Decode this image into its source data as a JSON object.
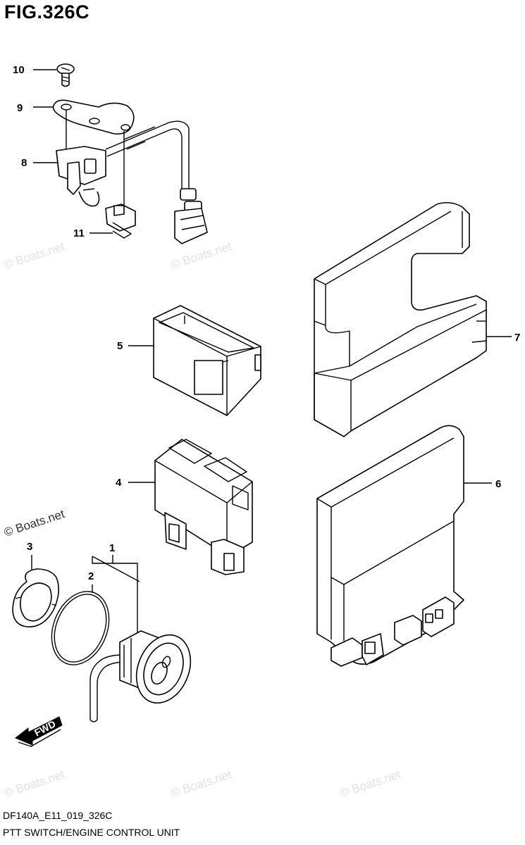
{
  "figure": {
    "title": "FIG.326C",
    "code": "DF140A_E11_019_326C",
    "description": "PTT SWITCH/ENGINE CONTROL UNIT"
  },
  "callouts": [
    "1",
    "2",
    "3",
    "4",
    "5",
    "6",
    "7",
    "8",
    "9",
    "10",
    "11"
  ],
  "watermark": "© Boats.net",
  "fwd_label": "FWD"
}
